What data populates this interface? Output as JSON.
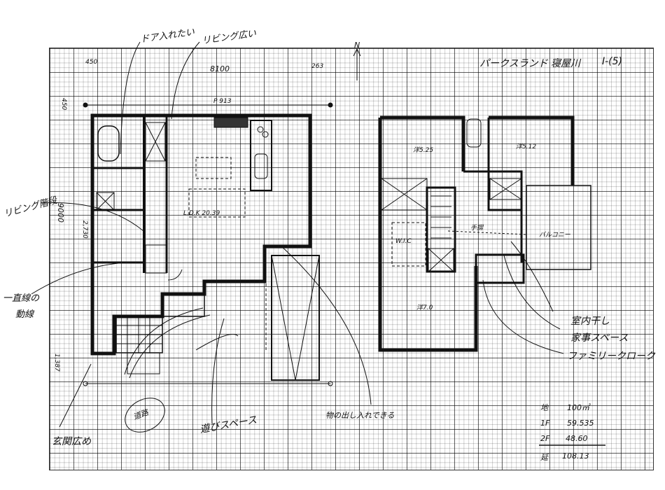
{
  "header": {
    "title": "パークスランド 寝屋川",
    "plan_id": "I-(5)",
    "north": "N"
  },
  "dimensions": {
    "top_left": "450",
    "width": "8100",
    "top_right": "263",
    "side_top": "450",
    "depth": "9000",
    "side_inner": "2,730",
    "side_bottom": "1,387",
    "window": "P 913"
  },
  "rooms_1f": {
    "ldk": "L.D.K 20.39"
  },
  "rooms_2f": {
    "bed1": "洋5.25",
    "bed2": "洋5.12",
    "bed3": "洋7.0",
    "wic": "W.I.C",
    "handrail": "手摺",
    "balcony": "バルコニー"
  },
  "notes": {
    "door": "ドア入れたい",
    "living_wide": "リビング広い",
    "living_stairs": "リビング階段",
    "straight_line": "一直線の",
    "flow": "動線",
    "entrance": "玄関広め",
    "road": "道路",
    "play": "遊びスペース",
    "storage": "物の出し入れできる",
    "indoor_drying": "室内干し",
    "housework": "家事スペース",
    "family_closet": "ファミリークローク"
  },
  "areas": [
    {
      "label": "地",
      "value": "100㎡"
    },
    {
      "label": "1F",
      "value": "59.535"
    },
    {
      "label": "2F",
      "value": "48.60"
    },
    {
      "label": "延",
      "value": "108.13"
    }
  ]
}
